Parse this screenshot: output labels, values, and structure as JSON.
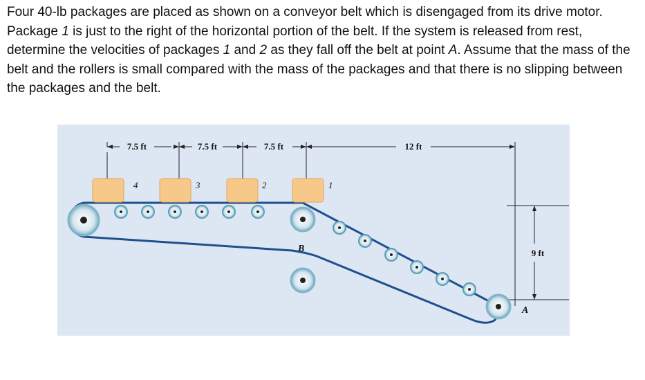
{
  "problem": {
    "segments": [
      {
        "text": "Four 40-lb packages are placed as shown on a conveyor belt which is disengaged from its drive motor. Package ",
        "italic": false
      },
      {
        "text": "1",
        "italic": true
      },
      {
        "text": " is just to the right of the horizontal portion of the belt. If the system is released from rest, determine the velocities of packages ",
        "italic": false
      },
      {
        "text": "1",
        "italic": true
      },
      {
        "text": " and ",
        "italic": false
      },
      {
        "text": "2",
        "italic": true
      },
      {
        "text": " as they fall off the belt at point ",
        "italic": false
      },
      {
        "text": "A",
        "italic": true
      },
      {
        "text": ". Assume that the mass of the belt and the rollers is small compared with the mass of the packages and that there is no slipping between the packages and the belt.",
        "italic": false
      }
    ]
  },
  "figure": {
    "dimensions": {
      "spacing_1": "7.5 ft",
      "spacing_2": "7.5 ft",
      "spacing_3": "7.5 ft",
      "horizontal_span": "12 ft",
      "vertical_drop": "9 ft"
    },
    "packages": [
      "4",
      "3",
      "2",
      "1"
    ],
    "points": {
      "b": "B",
      "a": "A"
    },
    "colors": {
      "panel": "#dde6f3",
      "belt": "#1f4f8f",
      "package": "#f6c98a",
      "roller_ring": "#7fb3c8"
    }
  }
}
